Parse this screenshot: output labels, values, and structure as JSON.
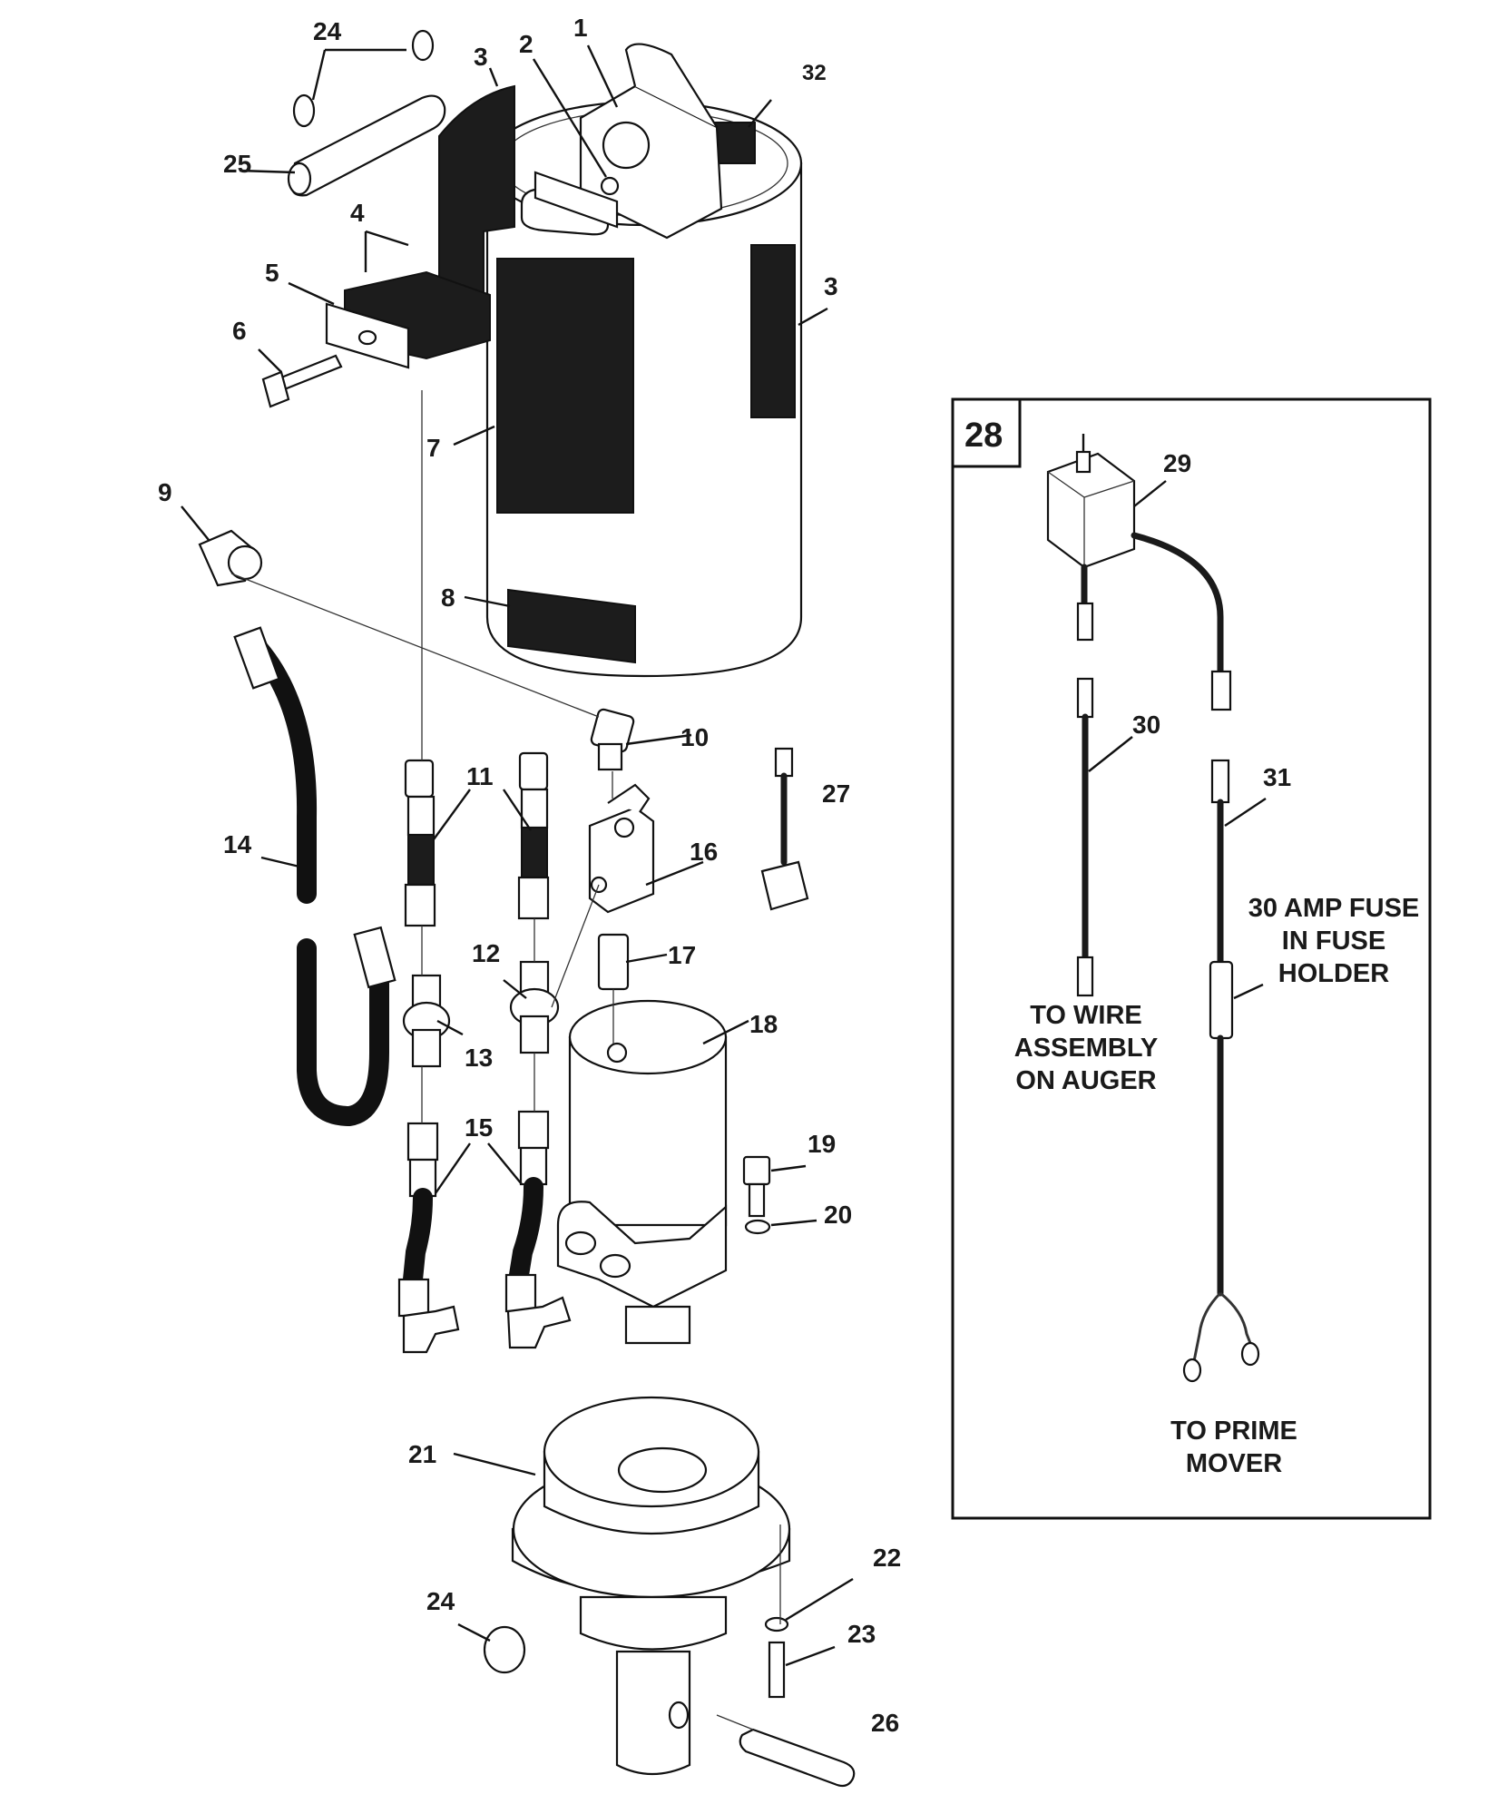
{
  "callouts": {
    "c1": "1",
    "c2": "2",
    "c3a": "3",
    "c3b": "3",
    "c4": "4",
    "c5": "5",
    "c6": "6",
    "c7": "7",
    "c8": "8",
    "c9": "9",
    "c10": "10",
    "c11": "11",
    "c12": "12",
    "c13": "13",
    "c14": "14",
    "c15": "15",
    "c16": "16",
    "c17": "17",
    "c18": "18",
    "c19": "19",
    "c20": "20",
    "c21": "21",
    "c22": "22",
    "c23": "23",
    "c24a": "24",
    "c24b": "24",
    "c25": "25",
    "c26": "26",
    "c27": "27",
    "c29": "29",
    "c30": "30",
    "c31": "31",
    "c32": "32"
  },
  "inset": {
    "number": "28",
    "fuse_note": [
      "30 AMP FUSE",
      "IN FUSE",
      "HOLDER"
    ],
    "wire_note": [
      "TO WIRE",
      "ASSEMBLY",
      "ON AUGER"
    ],
    "mover_note": [
      "TO PRIME",
      "MOVER"
    ]
  }
}
